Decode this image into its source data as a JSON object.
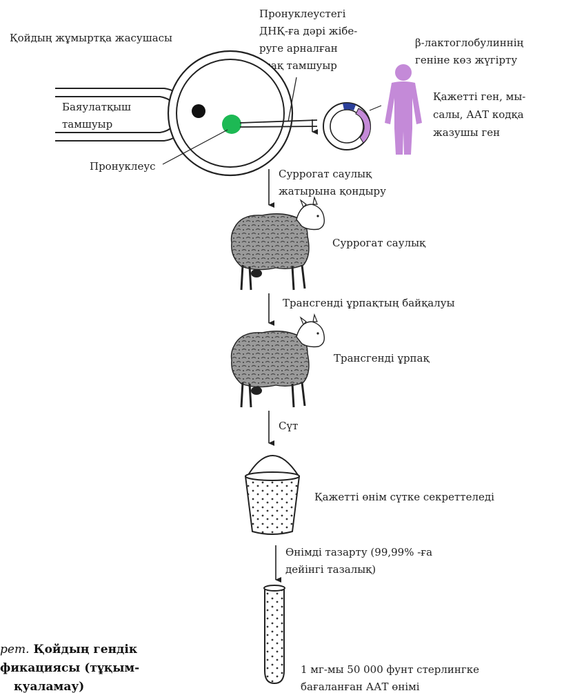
{
  "labels": {
    "egg_cell": "Қойдың жұмыртқа жасушасы",
    "micropipette": [
      "Пронуклеустегі",
      "ДНҚ-ға дәрі жібе-",
      "руге арналған",
      "ұсақ тамшуыр"
    ],
    "beta_lacto": [
      "β-лактоглобулиннің",
      "геніне көз жүгірту"
    ],
    "holding_pipette": [
      "Баяулатқыш",
      "тамшуыр"
    ],
    "gene": [
      "Қажетті ген, мы-",
      "салы, ААТ кодқа",
      "жазушы ген"
    ],
    "pronucleus": "Пронуклеус",
    "step_implant": [
      "Суррогат саулық",
      "жатырына қондыру"
    ],
    "surrogate": "Суррогат саулық",
    "step_observe": "Трансгенді ұрпақтың байқалуы",
    "transgenic": "Трансгенді ұрпақ",
    "step_milk": "Сүт",
    "secreted": "Қажетті өнім сүтке секреттеледі",
    "step_purify": [
      "Өнімді тазарту (99,99% -ға",
      "дейінгі тазалық)"
    ],
    "product": [
      "1 мг-мы 50 000 фунт стерлингке",
      "бағаланған ААТ өнімі"
    ]
  },
  "caption": {
    "italic": "рет.",
    "line1": "Қойдың гендік",
    "line2": "фикациясы (тұқым-",
    "line3": "қуаламау)"
  },
  "colors": {
    "pronucleus": "#1db954",
    "nucleus": "#111111",
    "human": "#c48ad8",
    "plasmid_insert": "#c48ad8",
    "plasmid_marker": "#2b3f9a"
  }
}
